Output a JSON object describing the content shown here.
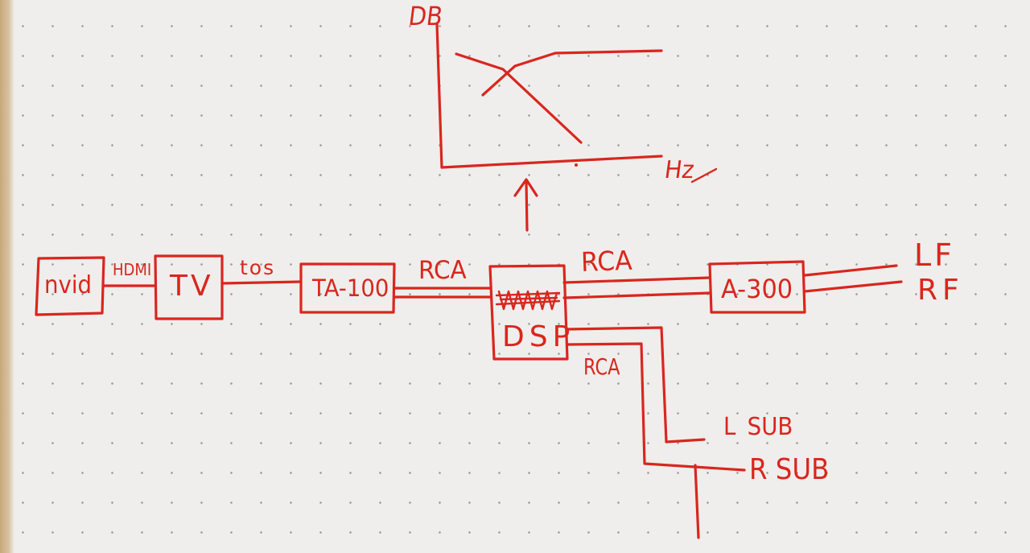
{
  "graph": {
    "y_label": "DB",
    "x_label": "Hz"
  },
  "blocks": {
    "nvid": "nvid",
    "tv": "TV",
    "ta100": "TA-100",
    "dsp": "DSP",
    "a300": "A-300"
  },
  "connections": {
    "hdmi": "HDMI",
    "tos": "tos",
    "rca_in": "RCA",
    "rca_out": "RCA",
    "rca_sub": "RCA"
  },
  "outputs": {
    "lf": "LF",
    "rf": "RF",
    "l_sub": "L SUB",
    "r_sub": "R SUB"
  },
  "colors": {
    "ink": "#d9261e",
    "paper": "#efeeec"
  }
}
